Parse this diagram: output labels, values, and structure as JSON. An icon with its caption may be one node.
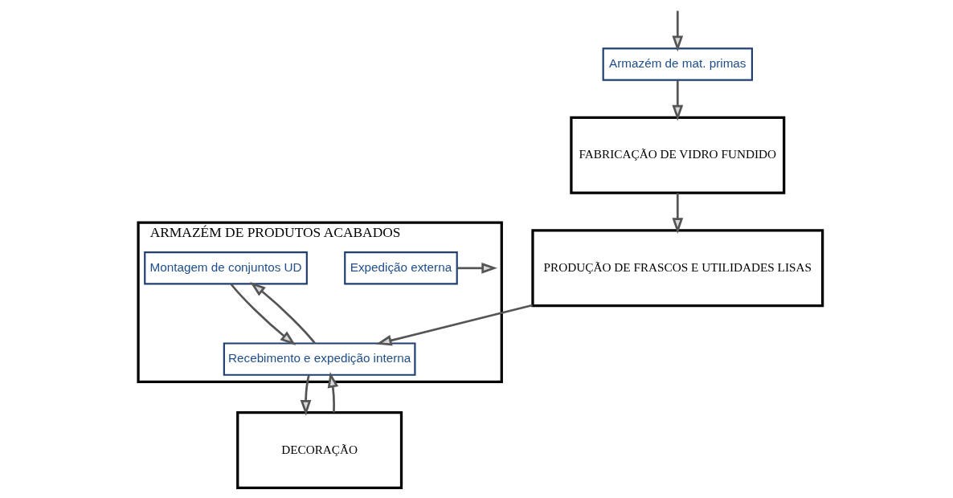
{
  "diagram": {
    "nodes": [
      {
        "text": [
          "Armazém de mat. primas"
        ]
      },
      {
        "text": [
          "FABRICAÇÃO DE VIDRO FUNDIDO"
        ]
      },
      {
        "text": [
          "PRODUÇÃO DE FRASCOS E UTILIDADES LISAS"
        ]
      },
      {
        "text": [
          "ARMAZÉM DE PRODUTOS ACABADOS"
        ]
      },
      {
        "text": [
          "Expedição externa"
        ],
        "in": 3
      },
      {
        "text": [
          "Recebimento e expedição interna"
        ],
        "in": 3
      },
      {
        "text": [
          "Montagem de conjuntos UD"
        ],
        "in": 3
      },
      {
        "text": [
          "DECORAÇÃO"
        ]
      }
    ],
    "edges": [
      {
        "from": null,
        "to": 0,
        "arrow": "to"
      },
      {
        "from": 0,
        "to": 1,
        "arrow": "to"
      },
      {
        "from": 1,
        "to": 2,
        "arrow": "to"
      },
      {
        "from": 2,
        "to": 5,
        "arrow": "to"
      },
      {
        "from": 6,
        "to": 5,
        "arrow": "to"
      },
      {
        "from": 5,
        "to": 6,
        "arrow": "to"
      },
      {
        "from": 5,
        "to": 7,
        "arrow": "to"
      },
      {
        "from": 7,
        "to": 5,
        "arrow": "to"
      },
      {
        "from": 4,
        "to": null,
        "arrow": "to"
      }
    ]
  }
}
